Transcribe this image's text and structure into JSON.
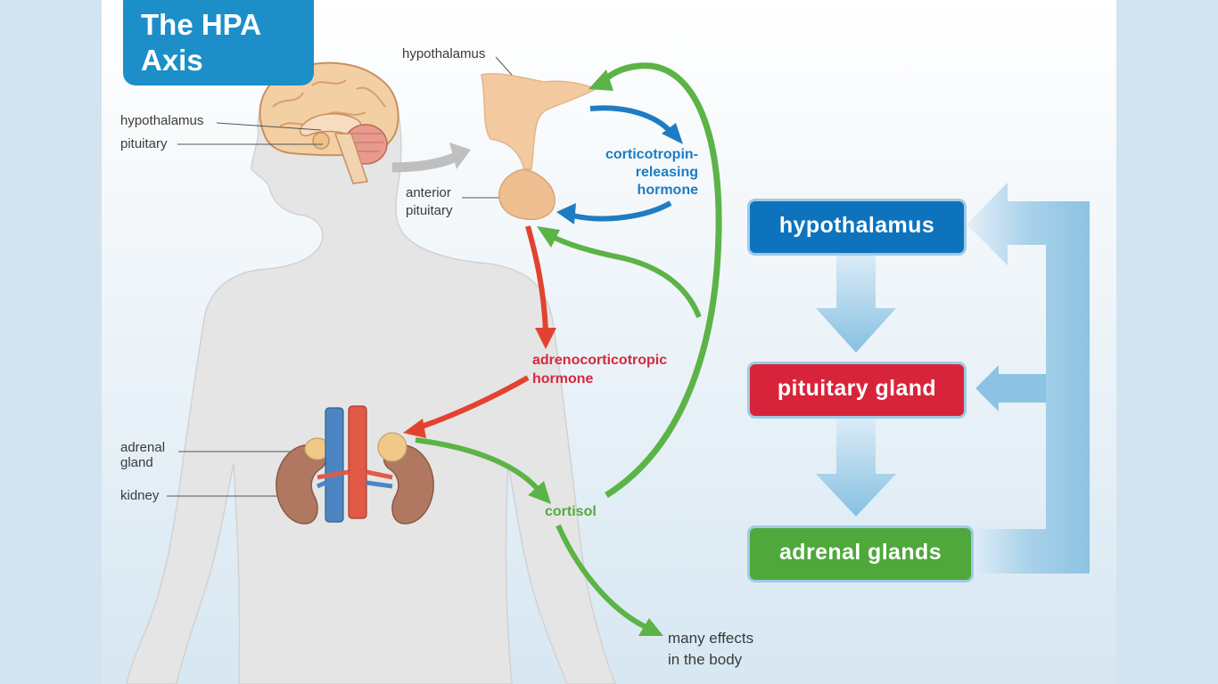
{
  "title": {
    "line1": "The HPA",
    "line2": "Axis"
  },
  "body_labels": {
    "hypothalamus": "hypothalamus",
    "pituitary": "pituitary",
    "adrenal_gland_line1": "adrenal",
    "adrenal_gland_line2": "gland",
    "kidney": "kidney"
  },
  "gland_labels": {
    "hypothalamus": "hypothalamus",
    "anterior_pituitary_line1": "anterior",
    "anterior_pituitary_line2": "pituitary"
  },
  "hormones": {
    "crh_line1": "corticotropin-",
    "crh_line2": "releasing",
    "crh_line3": "hormone",
    "acth_line1": "adrenocorticotropic",
    "acth_line2": "hormone",
    "cortisol": "cortisol",
    "effects_line1": "many effects",
    "effects_line2": "in the body"
  },
  "flow_boxes": {
    "hypothalamus": "hypothalamus",
    "pituitary": "pituitary gland",
    "adrenal": "adrenal glands"
  },
  "colors": {
    "title_bg": "#1c8fc9",
    "crh_blue": "#1f7cc2",
    "acth_red": "#e2432f",
    "cortisol_green": "#5cb346",
    "feedback_light_blue": "#8cc3e3"
  }
}
